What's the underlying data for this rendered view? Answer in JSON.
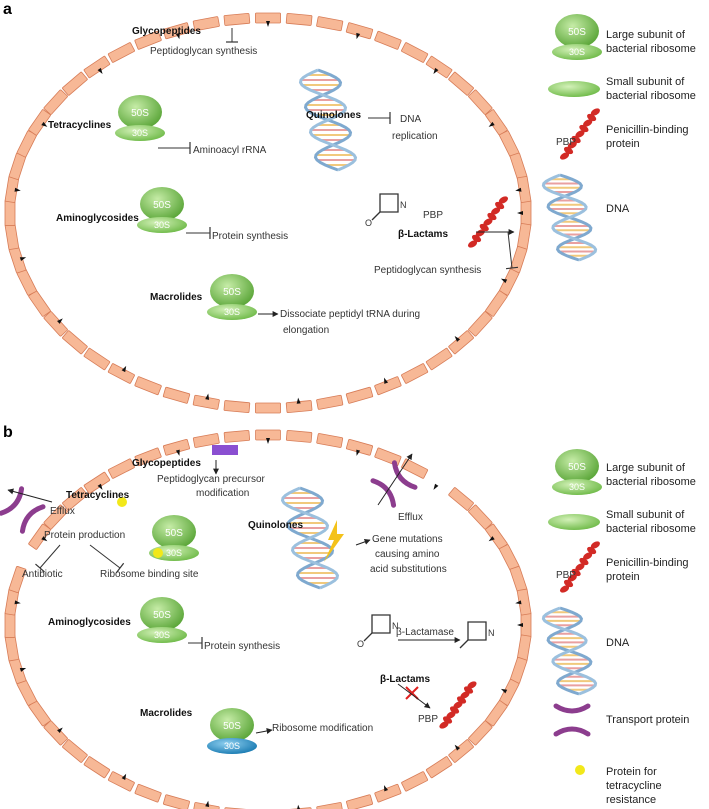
{
  "panels": [
    {
      "letter": "a",
      "glycopeptides": {
        "drug": "Glycopeptides",
        "effect": "Peptidoglycan synthesis"
      },
      "tetracyclines": {
        "drug": "Tetracyclines",
        "effect": "Aminoacyl rRNA"
      },
      "quinolones": {
        "drug": "Quinolones",
        "effect_line1": "DNA",
        "effect_line2": "replication"
      },
      "aminoglycosides": {
        "drug": "Aminoglycosides",
        "effect": "Protein synthesis"
      },
      "betalactams": {
        "drug": "β-Lactams",
        "pbp": "PBP",
        "effect": "Peptidoglycan synthesis"
      },
      "macrolides": {
        "drug": "Macrolides",
        "effect_line1": "Dissociate peptidyl tRNA during",
        "effect_line2": "elongation"
      }
    },
    {
      "letter": "b",
      "glycopeptides": {
        "drug": "Glycopeptides",
        "effect_line1": "Peptidoglycan precursor",
        "effect_line2": "modification"
      },
      "tetracyclines": {
        "drug": "Tetracyclines",
        "efflux": "Efflux",
        "protein_production": "Protein production",
        "antibiotic": "Antibiotic",
        "ribosome_binding": "Ribosome binding site"
      },
      "quinolones": {
        "drug": "Quinolones",
        "efflux": "Efflux",
        "effect_line1": "Gene mutations",
        "effect_line2": "causing amino",
        "effect_line3": "acid substitutions"
      },
      "aminoglycosides": {
        "drug": "Aminoglycosides",
        "effect": "Protein synthesis"
      },
      "betalactams": {
        "drug": "β-Lactams",
        "enzyme": "β-Lactamase",
        "pbp": "PBP"
      },
      "macrolides": {
        "drug": "Macrolides",
        "effect": "Ribosome modification"
      }
    }
  ],
  "ribosome": {
    "large": "50S",
    "small": "30S"
  },
  "legend_a": [
    {
      "icon": "large-subunit-icon",
      "line1": "Large subunit of",
      "line2": "bacterial ribosome"
    },
    {
      "icon": "small-subunit-icon",
      "line1": "Small subunit of",
      "line2": "bacterial ribosome"
    },
    {
      "icon": "pbp-icon",
      "label": "PBP",
      "line1": "Penicillin-binding",
      "line2": "protein"
    },
    {
      "icon": "dna-icon",
      "line1": "DNA"
    }
  ],
  "legend_b": [
    {
      "icon": "large-subunit-icon",
      "line1": "Large subunit of",
      "line2": "bacterial ribosome"
    },
    {
      "icon": "small-subunit-icon",
      "line1": "Small subunit of",
      "line2": "bacterial ribosome"
    },
    {
      "icon": "pbp-icon",
      "label": "PBP",
      "line1": "Penicillin-binding",
      "line2": "protein"
    },
    {
      "icon": "dna-icon",
      "line1": "DNA"
    },
    {
      "icon": "transport-protein-icon",
      "line1": "Transport protein"
    },
    {
      "icon": "resistance-protein-icon",
      "line1": "Protein for",
      "line2": "tetracycline",
      "line3": "resistance"
    }
  ],
  "colors": {
    "membrane_fill": "#f7b896",
    "membrane_stroke": "#d77c57",
    "ribosome_green": "#6ab546",
    "ribosome_green_light": "#9fd47b",
    "ribosome_blue": "#2b8fc6",
    "pbp_red": "#d22a25",
    "dna_blue": "#7fa9cf",
    "transport_purple": "#8c3d8e",
    "resistance_yellow": "#f2e81a",
    "modification_purple": "#8a4fd1"
  }
}
